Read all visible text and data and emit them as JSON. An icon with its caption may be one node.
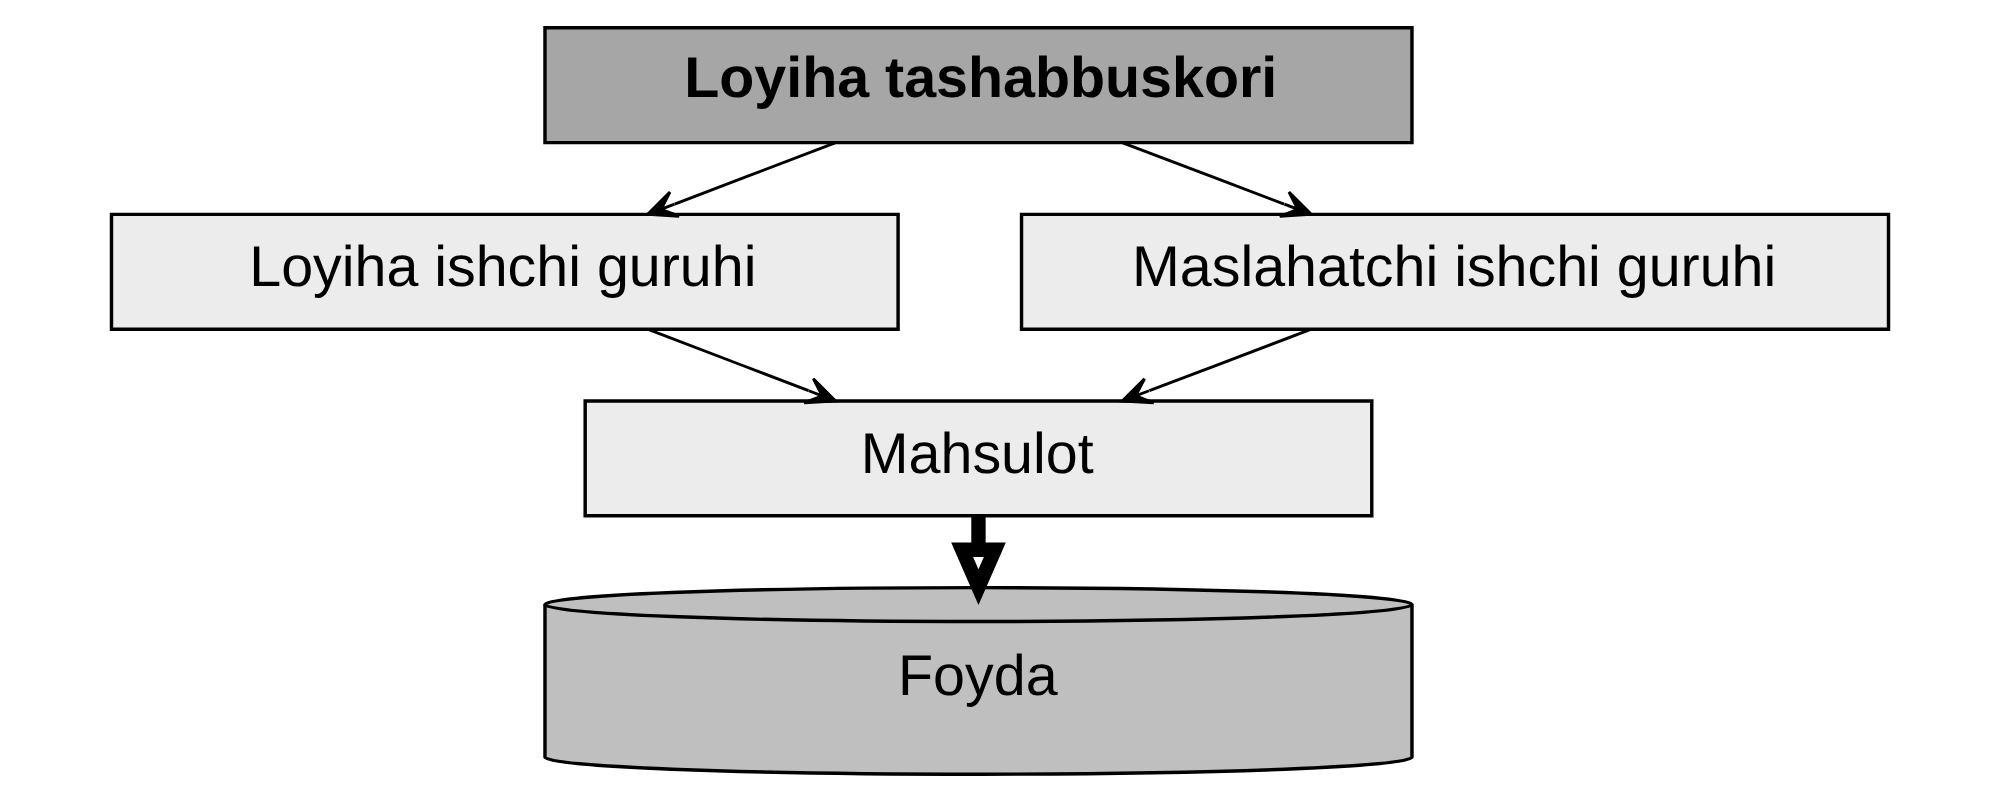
{
  "diagram": {
    "nodes": [
      {
        "text": [
          "Loyiha tashabbuskori"
        ]
      },
      {
        "text": [
          "Loyiha ishchi guruhi"
        ]
      },
      {
        "text": [
          "Maslahatchi ishchi guruhi"
        ]
      },
      {
        "text": [
          "Mahsulot"
        ]
      },
      {
        "text": [
          "Foyda"
        ]
      }
    ],
    "edges": [
      {
        "from": 0,
        "to": 1,
        "arrow": "to"
      },
      {
        "from": 0,
        "to": 2,
        "arrow": "to"
      },
      {
        "from": 1,
        "to": 3,
        "arrow": "to"
      },
      {
        "from": 2,
        "to": 3,
        "arrow": "to"
      },
      {
        "from": 3,
        "to": 4,
        "arrow": "to",
        "style": "thick"
      }
    ]
  }
}
